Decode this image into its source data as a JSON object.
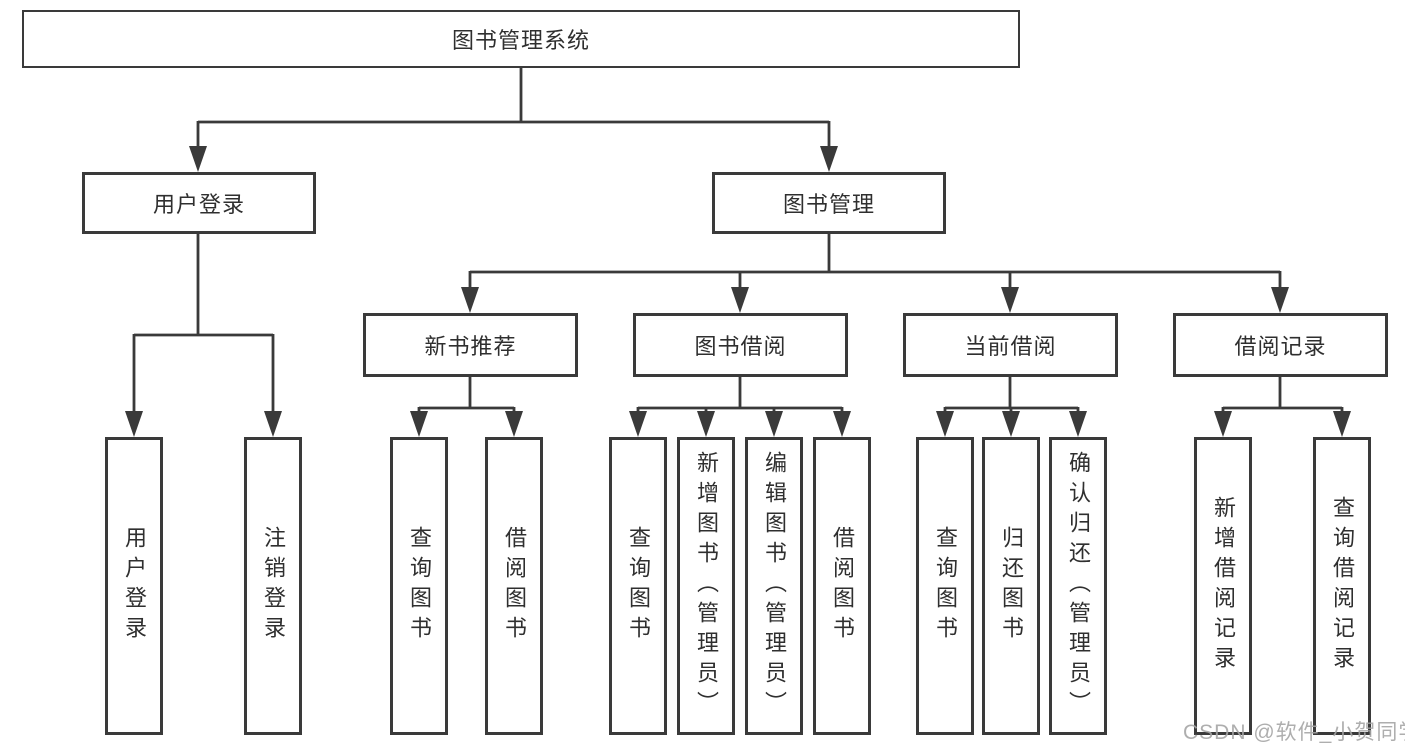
{
  "diagram": {
    "root": "图书管理系统",
    "level2": {
      "user": "用户登录",
      "book": "图书管理"
    },
    "level3": {
      "new_book": "新书推荐",
      "borrow": "图书借阅",
      "current": "当前借阅",
      "records": "借阅记录"
    },
    "leaves": {
      "user": [
        "用户登录",
        "注销登录"
      ],
      "new_book": [
        "查询图书",
        "借阅图书"
      ],
      "borrow": [
        "查询图书",
        "新增图书（管理员）",
        "编辑图书（管理员）",
        "借阅图书"
      ],
      "current": [
        "查询图书",
        "归还图书",
        "确认归还（管理员）"
      ],
      "records": [
        "新增借阅记录",
        "查询借阅记录"
      ]
    }
  },
  "watermark": "CSDN @软件_小贺同学",
  "colors": {
    "line": "#3a3a3a",
    "box_fill": "#ffffff",
    "text": "#2f2f2f",
    "watermark": "#a5a5a5"
  }
}
